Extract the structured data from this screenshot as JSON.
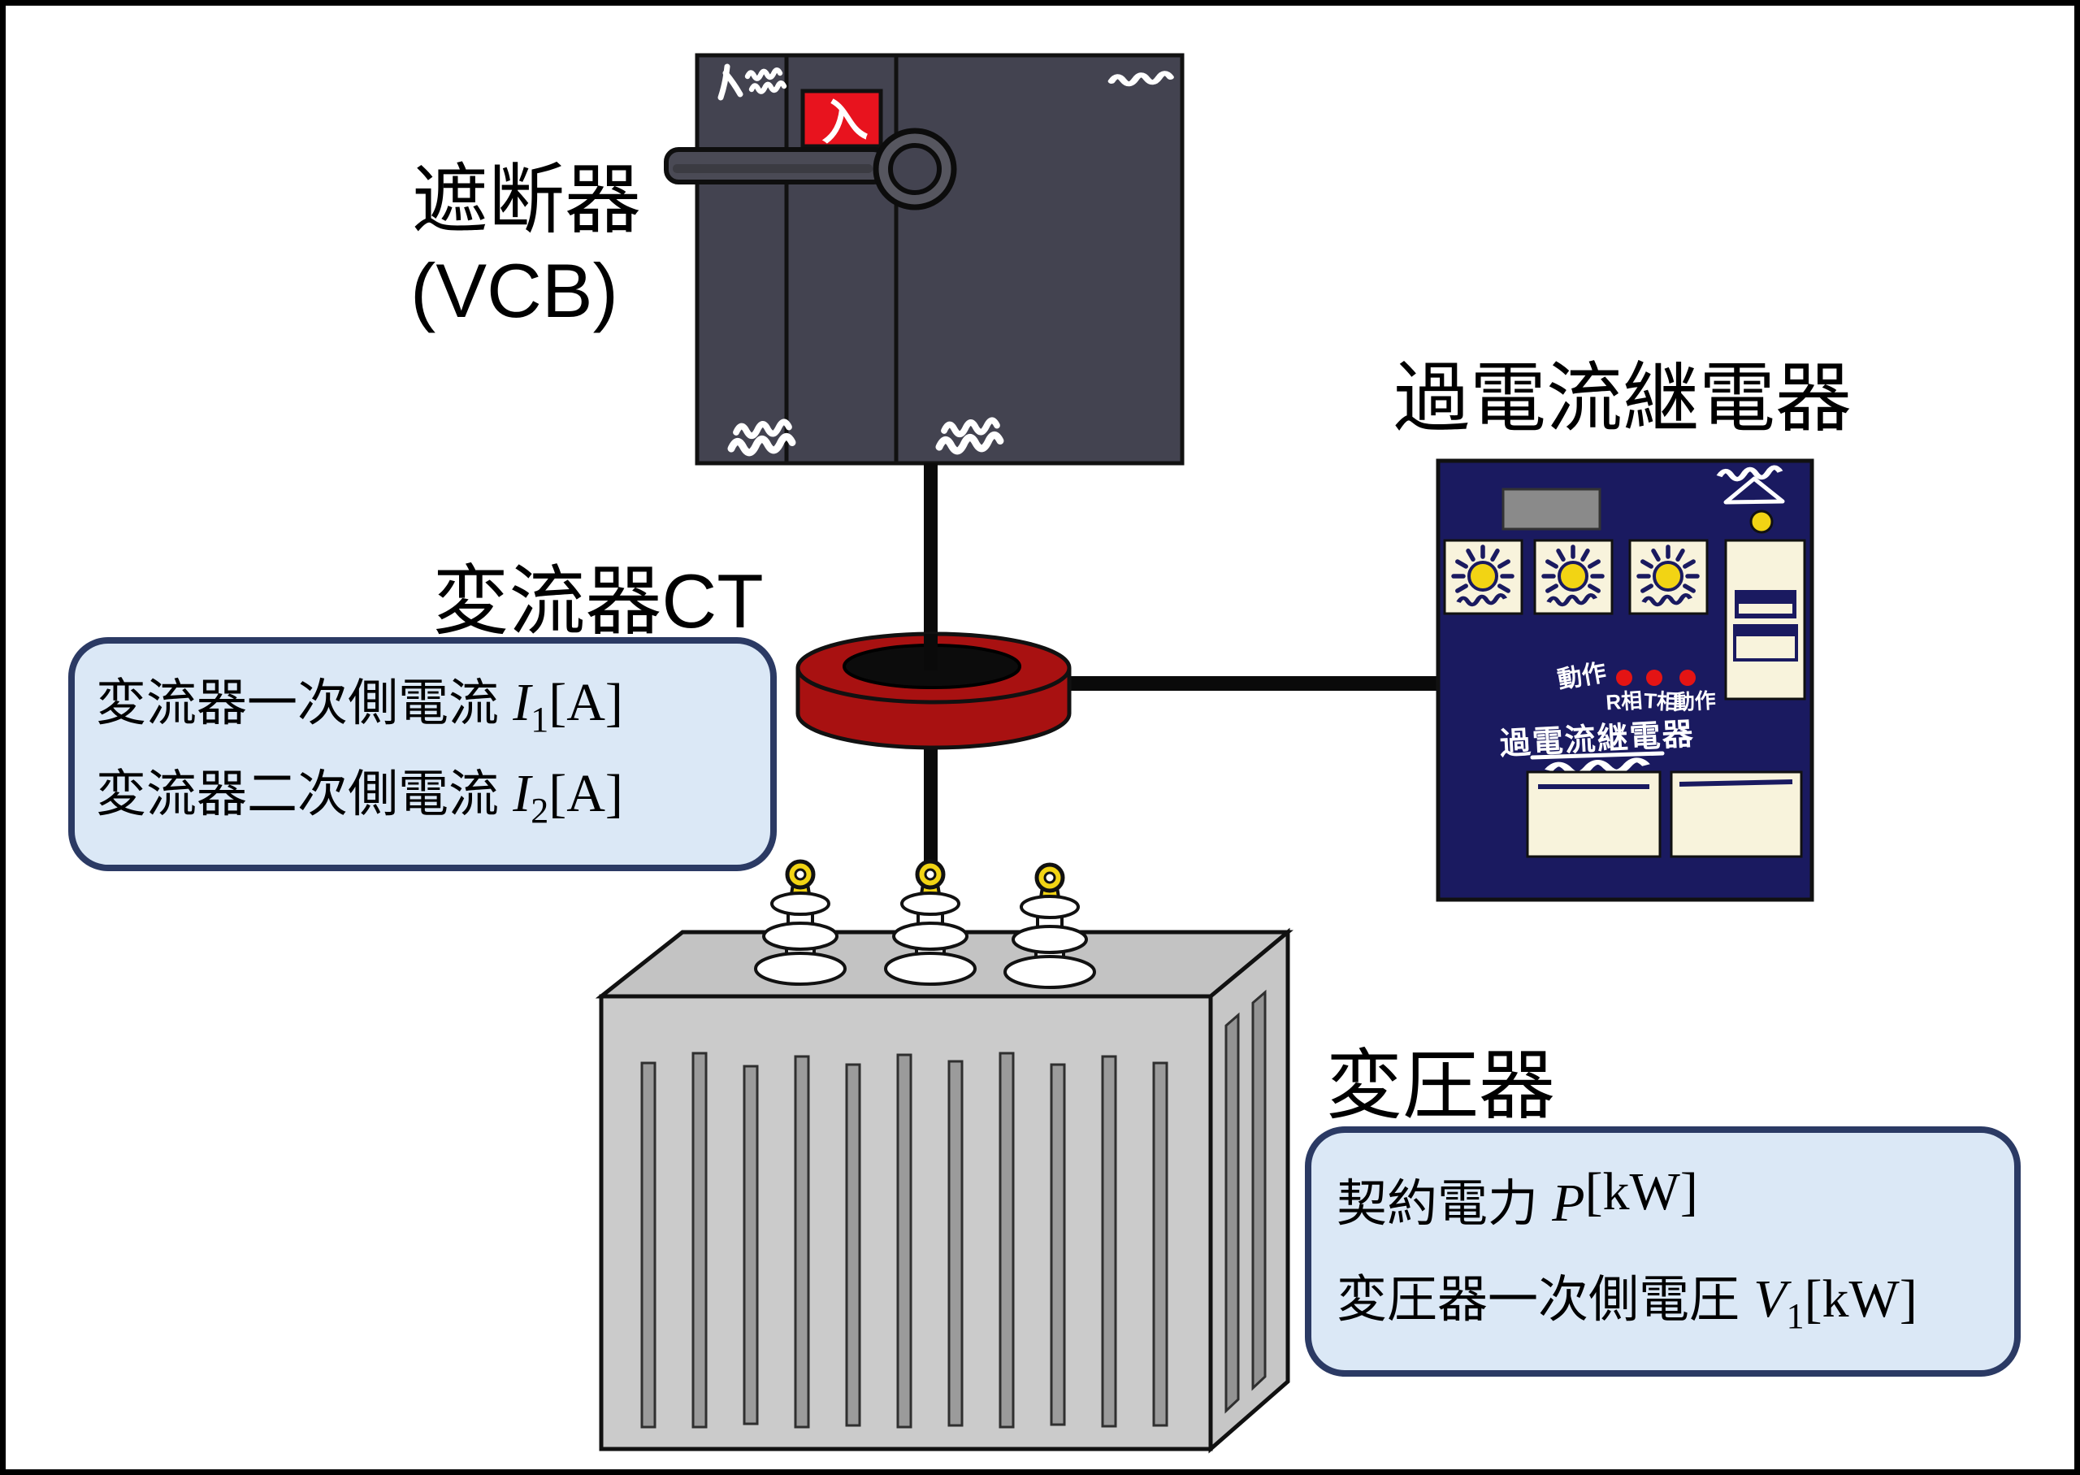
{
  "labels": {
    "breaker_line1": "遮断器",
    "breaker_line2": "(VCB)",
    "ct": "変流器CT",
    "relay": "過電流継電器",
    "transformer": "変圧器"
  },
  "vcb": {
    "power_on_glyph": "入"
  },
  "relay_panel": {
    "lamp_caption": "動作",
    "lamp_labels": [
      "R相",
      "T相",
      "動作"
    ],
    "model_caption": "過電流継電器"
  },
  "callout_ct": {
    "line1": {
      "text": "変流器一次側電流 ",
      "var": "I",
      "sub": "1",
      "unit": "[A]"
    },
    "line2": {
      "text": "変流器二次側電流 ",
      "var": "I",
      "sub": "2",
      "unit": "[A]"
    }
  },
  "callout_transformer": {
    "line1": {
      "text": "契約電力 ",
      "var": "P",
      "sub": "",
      "unit": "[kW]"
    },
    "line2": {
      "text": "変圧器一次側電圧 ",
      "var": "V",
      "sub": "1",
      "unit": "[kW]"
    }
  },
  "colors": {
    "vcb_body": "#434350",
    "vcb_lever": "#4a4a55",
    "vcb_knob": "#56565f",
    "button_red": "#e8131e",
    "ct_red": "#a81111",
    "relay_navy": "#1a1a60",
    "cream": "#f8f3dc",
    "lamp_yellow": "#f2d414",
    "status_red": "#e41414",
    "transformer_gray": "#cbcbcb",
    "slat_gray": "#9b9b9b",
    "callout_fill": "#dbe8f6",
    "callout_border": "#2b3a64",
    "wire_black": "#0a0a0a"
  }
}
